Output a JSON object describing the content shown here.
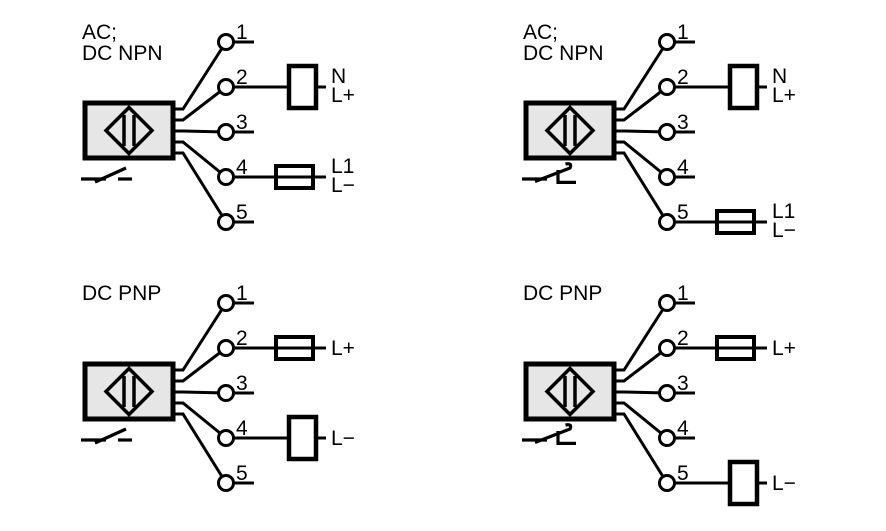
{
  "figure": {
    "type": "sensor-wiring-connection-diagrams",
    "diagram_count": 4
  },
  "colors": {
    "line": "#000000",
    "page_background": "#ffffff",
    "sensor_fill": "#e6e6e6",
    "component_fill": "#ffffff"
  },
  "diagrams": [
    {
      "id": "ac-dc-npn-normally-open",
      "title_lines": [
        "AC;",
        "DC NPN"
      ],
      "switch_type": "normally-open",
      "terminals": [
        {
          "number": "1",
          "connection": "none",
          "labels": []
        },
        {
          "number": "2",
          "connection": "load",
          "labels": [
            "N",
            "L+"
          ]
        },
        {
          "number": "3",
          "connection": "none",
          "labels": []
        },
        {
          "number": "4",
          "connection": "fuse",
          "labels": [
            "L1",
            "L−"
          ]
        },
        {
          "number": "5",
          "connection": "none",
          "labels": []
        }
      ]
    },
    {
      "id": "ac-dc-npn-normally-closed",
      "title_lines": [
        "AC;",
        "DC NPN"
      ],
      "switch_type": "normally-closed",
      "terminals": [
        {
          "number": "1",
          "connection": "none",
          "labels": []
        },
        {
          "number": "2",
          "connection": "load",
          "labels": [
            "N",
            "L+"
          ]
        },
        {
          "number": "3",
          "connection": "none",
          "labels": []
        },
        {
          "number": "4",
          "connection": "none",
          "labels": []
        },
        {
          "number": "5",
          "connection": "fuse",
          "labels": [
            "L1",
            "L−"
          ]
        }
      ]
    },
    {
      "id": "dc-pnp-normally-open",
      "title_lines": [
        "DC PNP"
      ],
      "switch_type": "normally-open",
      "terminals": [
        {
          "number": "1",
          "connection": "none",
          "labels": []
        },
        {
          "number": "2",
          "connection": "fuse",
          "labels": [
            "L+"
          ]
        },
        {
          "number": "3",
          "connection": "none",
          "labels": []
        },
        {
          "number": "4",
          "connection": "load",
          "labels": [
            "L−"
          ]
        },
        {
          "number": "5",
          "connection": "none",
          "labels": []
        }
      ]
    },
    {
      "id": "dc-pnp-normally-closed",
      "title_lines": [
        "DC PNP"
      ],
      "switch_type": "normally-closed",
      "terminals": [
        {
          "number": "1",
          "connection": "none",
          "labels": []
        },
        {
          "number": "2",
          "connection": "fuse",
          "labels": [
            "L+"
          ]
        },
        {
          "number": "3",
          "connection": "none",
          "labels": []
        },
        {
          "number": "4",
          "connection": "none",
          "labels": []
        },
        {
          "number": "5",
          "connection": "load",
          "labels": [
            "L−"
          ]
        }
      ]
    }
  ]
}
